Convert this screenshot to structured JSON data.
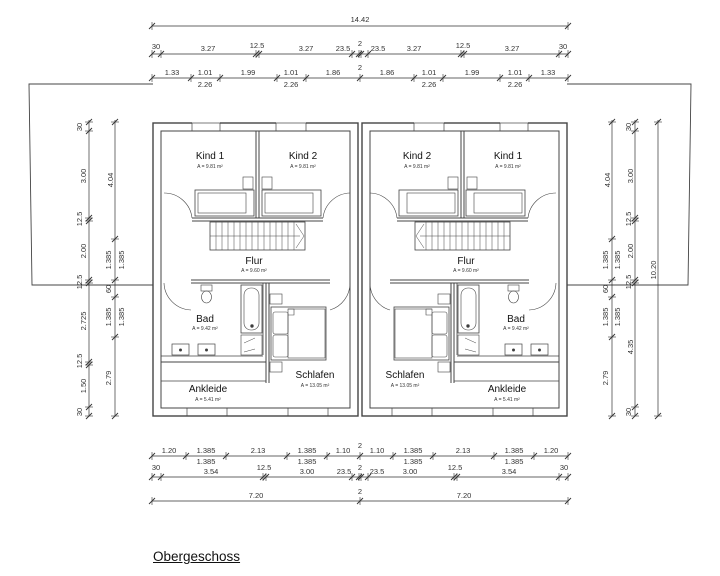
{
  "drawing": {
    "title": "Obergeschoss",
    "colors": {
      "line": "#333333",
      "wall": "#555555",
      "background": "#ffffff"
    }
  },
  "dimensions": {
    "top": {
      "overall": "14.42",
      "row2": [
        "30",
        "3.27",
        "12.5",
        "3.27",
        "23.5",
        "2",
        "23.5",
        "3.27",
        "12.5",
        "3.27",
        "30"
      ],
      "row3_upper": [
        "1.33",
        "1.01",
        "1.99",
        "1.01",
        "1.86",
        "2",
        "1.86",
        "1.01",
        "1.99",
        "1.01",
        "1.33"
      ],
      "row3_lower": [
        "2.26",
        "2.26",
        "2.26",
        "2.26"
      ]
    },
    "bottom": {
      "row1_upper": [
        "1.20",
        "1.385",
        "2.13",
        "1.385",
        "1.10",
        "2",
        "1.10",
        "1.385",
        "2.13",
        "1.385",
        "1.20"
      ],
      "row1_lower": [
        "1.385",
        "1.385",
        "1.385",
        "1.385"
      ],
      "row2": [
        "30",
        "3.54",
        "12.5",
        "3.00",
        "23.5",
        "2",
        "23.5",
        "3.00",
        "12.5",
        "3.54",
        "30"
      ],
      "row3": [
        "7.20",
        "2",
        "7.20"
      ]
    },
    "left": {
      "outer": [
        "30",
        "3.00",
        "12.5",
        "2.00",
        "12.5",
        "2.725",
        "12.5",
        "1.50",
        "30"
      ],
      "inner": [
        "4.04",
        "1.385",
        "1.385",
        "60",
        "1.385",
        "1.385",
        "2.79"
      ]
    },
    "right": {
      "inner": [
        "4.04",
        "1.385",
        "1.385",
        "60",
        "1.385",
        "1.385",
        "2.79"
      ],
      "outer": [
        "30",
        "3.00",
        "12.5",
        "2.00",
        "12.5",
        "4.35",
        "30"
      ],
      "overall": "10.20"
    }
  },
  "units": {
    "left": {
      "rooms": [
        {
          "name": "Kind 1",
          "area": "A = 9.81 m²"
        },
        {
          "name": "Kind 2",
          "area": "A = 9.81 m²"
        },
        {
          "name": "Flur",
          "area": "A = 9.60 m²"
        },
        {
          "name": "Bad",
          "area": "A = 9.42 m²"
        },
        {
          "name": "Schlafen",
          "area": "A = 13.05 m²"
        },
        {
          "name": "Ankleide",
          "area": "A = 5.41 m²"
        }
      ]
    },
    "right": {
      "rooms": [
        {
          "name": "Kind 2",
          "area": "A = 9.81 m²"
        },
        {
          "name": "Kind 1",
          "area": "A = 9.81 m²"
        },
        {
          "name": "Flur",
          "area": "A = 9.60 m²"
        },
        {
          "name": "Bad",
          "area": "A = 9.42 m²"
        },
        {
          "name": "Schlafen",
          "area": "A = 13.05 m²"
        },
        {
          "name": "Ankleide",
          "area": "A = 5.41 m²"
        }
      ]
    }
  }
}
